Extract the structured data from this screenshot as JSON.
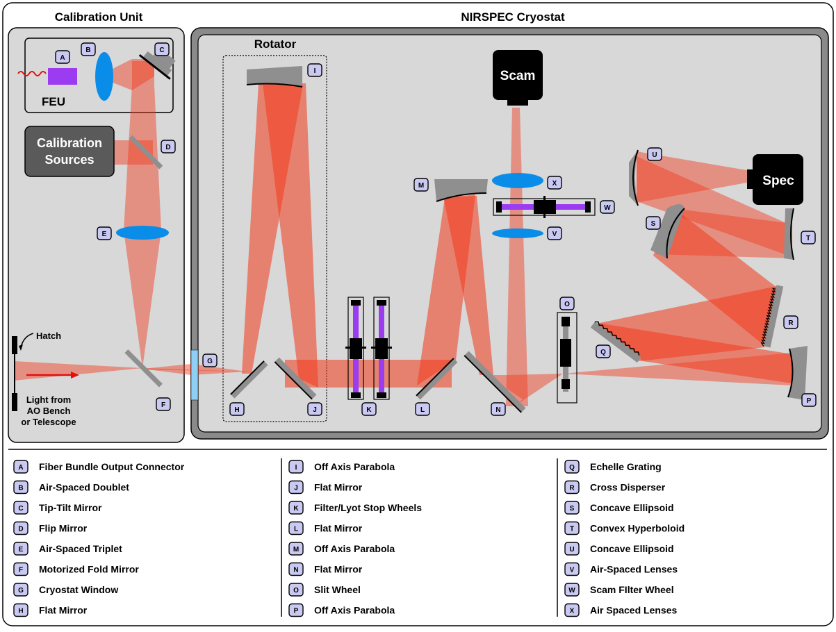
{
  "titles": {
    "calibration_unit": "Calibration Unit",
    "cryostat": "NIRSPEC Cryostat",
    "rotator": "Rotator",
    "feu": "FEU",
    "cal_sources_line1": "Calibration",
    "cal_sources_line2": "Sources",
    "scam": "Scam",
    "spec": "Spec",
    "hatch": "Hatch",
    "light_line1": "Light from",
    "light_line2": "AO Bench",
    "light_line3": "or Telescope"
  },
  "badges": {
    "A": "A",
    "B": "B",
    "C": "C",
    "D": "D",
    "E": "E",
    "F": "F",
    "G": "G",
    "H": "H",
    "I": "I",
    "J": "J",
    "K": "K",
    "L": "L",
    "M": "M",
    "N": "N",
    "O": "O",
    "P": "P",
    "Q": "Q",
    "R": "R",
    "S": "S",
    "T": "T",
    "U": "U",
    "V": "V",
    "W": "W",
    "X": "X"
  },
  "legend": [
    {
      "key": "A",
      "label": "Fiber Bundle Output Connector"
    },
    {
      "key": "B",
      "label": "Air-Spaced Doublet"
    },
    {
      "key": "C",
      "label": "Tip-Tilt Mirror"
    },
    {
      "key": "D",
      "label": "Flip Mirror"
    },
    {
      "key": "E",
      "label": "Air-Spaced Triplet"
    },
    {
      "key": "F",
      "label": "Motorized Fold Mirror"
    },
    {
      "key": "G",
      "label": "Cryostat Window"
    },
    {
      "key": "H",
      "label": "Flat Mirror"
    },
    {
      "key": "I",
      "label": "Off Axis Parabola"
    },
    {
      "key": "J",
      "label": "Flat Mirror"
    },
    {
      "key": "K",
      "label": "Filter/Lyot Stop Wheels"
    },
    {
      "key": "L",
      "label": "Flat Mirror"
    },
    {
      "key": "M",
      "label": "Off Axis Parabola"
    },
    {
      "key": "N",
      "label": "Flat Mirror"
    },
    {
      "key": "O",
      "label": "Slit Wheel"
    },
    {
      "key": "P",
      "label": "Off Axis Parabola"
    },
    {
      "key": "Q",
      "label": "Echelle Grating"
    },
    {
      "key": "R",
      "label": "Cross Disperser"
    },
    {
      "key": "S",
      "label": "Concave Ellipsoid"
    },
    {
      "key": "T",
      "label": "Convex Hyperboloid"
    },
    {
      "key": "U",
      "label": "Concave Ellipsoid"
    },
    {
      "key": "V",
      "label": "Air-Spaced Lenses"
    },
    {
      "key": "W",
      "label": "Scam FIlter Wheel"
    },
    {
      "key": "X",
      "label": "Air Spaced Lenses"
    }
  ]
}
